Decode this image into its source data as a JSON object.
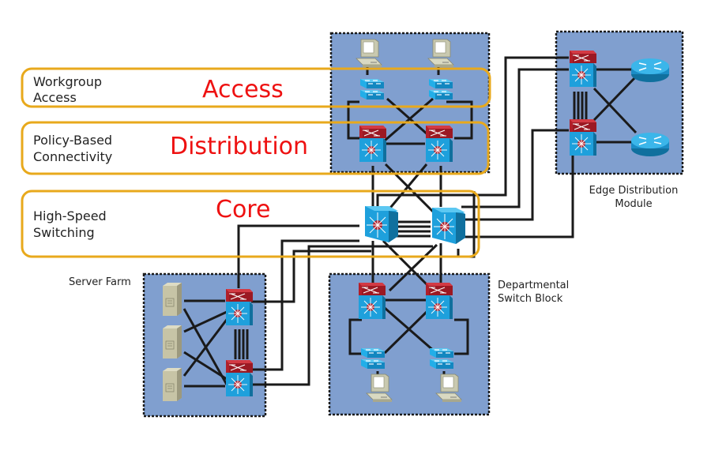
{
  "diagram": {
    "title": "Hierarchical Campus Network Design",
    "layers": [
      {
        "id": "access",
        "description_line1": "Workgroup",
        "description_line2": "Access",
        "tier_name": "Access"
      },
      {
        "id": "distribution",
        "description_line1": "Policy-Based",
        "description_line2": "Connectivity",
        "tier_name": "Distribution"
      },
      {
        "id": "core",
        "description_line1": "High-Speed",
        "description_line2": "Switching",
        "tier_name": "Core"
      }
    ],
    "modules": {
      "server_farm": {
        "label": "Server Farm"
      },
      "edge_distribution": {
        "label_line1": "Edge Distribution",
        "label_line2": "Module"
      },
      "departmental": {
        "label_line1": "Departmental",
        "label_line2": "Switch Block"
      }
    },
    "colors": {
      "layer_outline": "#e8a91c",
      "tier_text": "#ee1111",
      "module_fill": "#809fcf",
      "link": "#1a1a1a",
      "switch_blue": "#1ea0dc",
      "multilayer_red": "#b01f2a"
    },
    "devices": [
      {
        "type": "workstation",
        "module": "building-access",
        "count": 2
      },
      {
        "type": "workgroup-switch",
        "module": "building-access",
        "count": 2
      },
      {
        "type": "multilayer-switch",
        "module": "building-distribution",
        "count": 2
      },
      {
        "type": "core-switch",
        "module": "core",
        "count": 2
      },
      {
        "type": "multilayer-switch",
        "module": "edge-distribution",
        "count": 2
      },
      {
        "type": "router",
        "module": "edge-distribution",
        "count": 2
      },
      {
        "type": "server",
        "module": "server-farm",
        "count": 3
      },
      {
        "type": "multilayer-switch",
        "module": "server-farm",
        "count": 2
      },
      {
        "type": "multilayer-switch",
        "module": "departmental",
        "count": 2
      },
      {
        "type": "workgroup-switch",
        "module": "departmental",
        "count": 2
      },
      {
        "type": "workstation",
        "module": "departmental",
        "count": 2
      }
    ]
  }
}
